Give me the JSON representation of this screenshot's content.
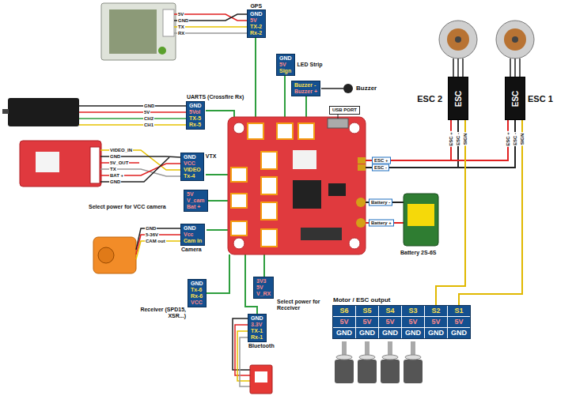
{
  "diagram": {
    "nodes": [
      {
        "text": [
          "GPS",
          "GND",
          "5V",
          "TX-2",
          "Rx-2"
        ]
      },
      {
        "text": [
          "GND",
          "5V",
          "Sign",
          "LED Strip"
        ]
      },
      {
        "text": [
          "Buzzer -",
          "Buzzer +"
        ]
      },
      {
        "text": [
          "UARTS (Crossfire Rx)",
          "GND",
          "5Vol",
          "TX-5",
          "Rx-5"
        ]
      },
      {
        "text": [
          "GND",
          "VCC",
          "VIDEO",
          "Tx-4",
          "VTX"
        ]
      },
      {
        "text": [
          "5V",
          "V_cam",
          "Bat +"
        ]
      },
      {
        "text": [
          "GND",
          "Vcc",
          "Cam in",
          "Camera"
        ]
      },
      {
        "text": [
          "USB PORT"
        ]
      },
      {
        "text": [
          "ESC",
          "ESC 2"
        ]
      },
      {
        "text": [
          "ESC",
          "ESC 1"
        ]
      },
      {
        "text": [
          "GND",
          "Tx-6",
          "Rx-6",
          "VCC",
          "Receiver (SPD15, XSR...)"
        ]
      },
      {
        "text": [
          "3V3",
          "5V",
          "V_RX"
        ]
      },
      {
        "text": [
          "GND",
          "3.3V",
          "TX-1",
          "Rx-1",
          "Bluetooth"
        ]
      },
      {
        "text": [
          "Motor / ESC output",
          "S6",
          "S5",
          "S4",
          "S3",
          "S2",
          "S1",
          "5V",
          "5V",
          "5V",
          "5V",
          "5V",
          "5V",
          "GND",
          "GND",
          "GND",
          "GND",
          "GND",
          "GND"
        ]
      }
    ],
    "edges": [
      {
        "from": 8,
        "to": 13,
        "arrow": "none"
      },
      {
        "from": 9,
        "to": 13,
        "arrow": "none"
      }
    ],
    "labels": [
      "5V",
      "GND",
      "TX",
      "RX",
      "Buzzer",
      "GND",
      "5V",
      "CH2",
      "CH1",
      "VIDEO_IN",
      "GND",
      "5V_OUT",
      "TX",
      "BAT +",
      "GND",
      "Select power for VCC camera",
      "GND",
      "5-36V",
      "CAM out",
      "ESC +",
      "ESC -",
      "Battery -",
      "Battery +",
      "Battery 2S-6S",
      "ESC +",
      "ESC -",
      "SIGN",
      "ESC +",
      "ESC -",
      "SIGN",
      "Select power for Receiver"
    ]
  }
}
